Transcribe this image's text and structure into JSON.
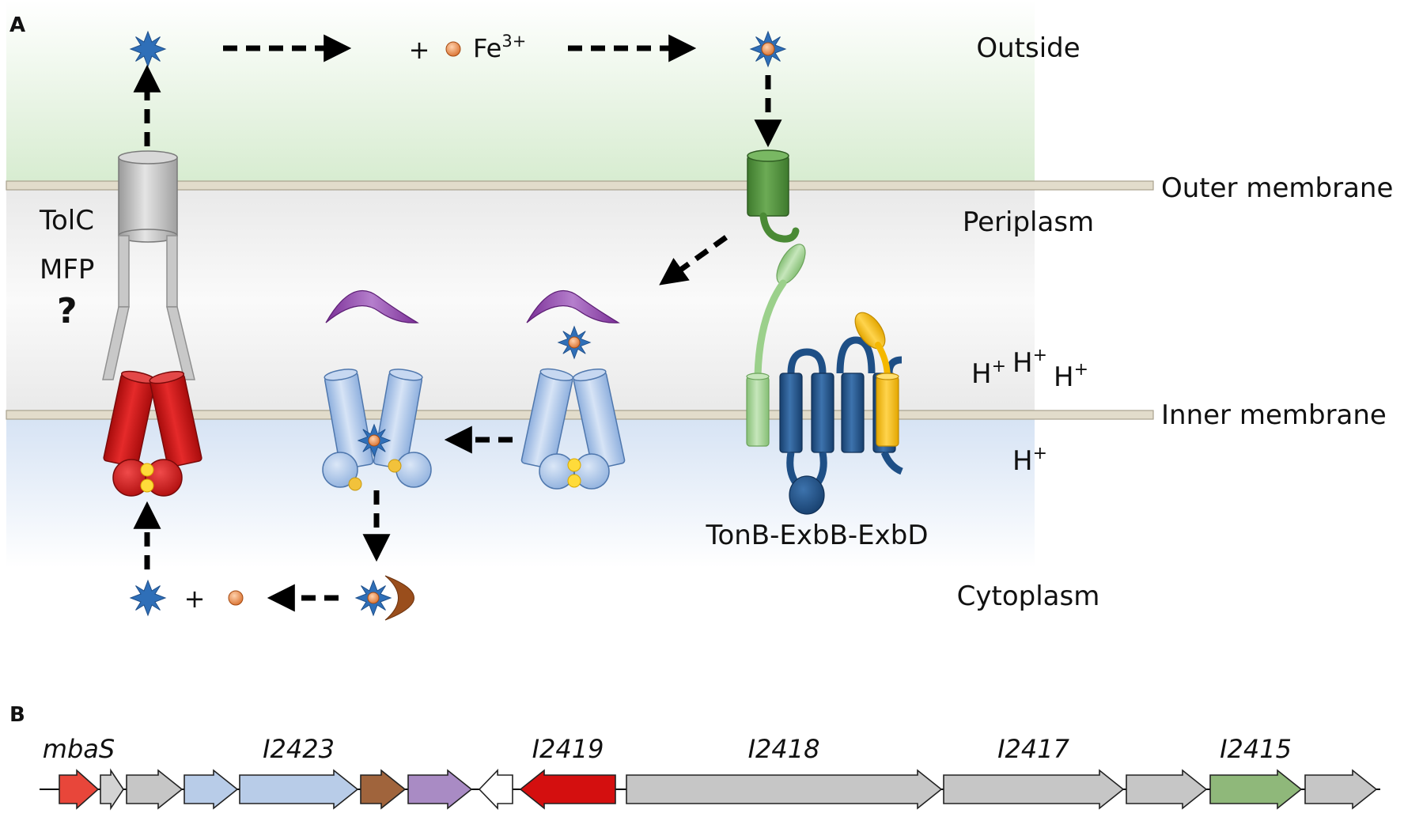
{
  "panel_a": {
    "panel_label": "A",
    "regions": {
      "outside": "Outside",
      "outer_membrane": "Outer membrane",
      "periplasm": "Periplasm",
      "inner_membrane": "Inner membrane",
      "cytoplasm": "Cytoplasm"
    },
    "proteins": {
      "tolc": "TolC",
      "mfp": "MFP",
      "unknown_marker": "?",
      "tonb_complex": "TonB-ExbB-ExbD"
    },
    "iron_plus": "+",
    "iron_symbol": "Fe",
    "iron_charge": "3+",
    "cytoplasm_plus": "+",
    "protons": {
      "symbol": "H",
      "charge": "+"
    }
  },
  "panel_b": {
    "panel_label": "B",
    "genes": [
      {
        "label": "mbaS",
        "color": "#e8463a",
        "direction": "right"
      },
      {
        "label": "",
        "color": "#d3d3d3",
        "direction": "right"
      },
      {
        "label": "",
        "color": "#c6c6c6",
        "direction": "right"
      },
      {
        "label": "",
        "color": "#b8cce8",
        "direction": "right"
      },
      {
        "label": "I2423",
        "color": "#b8cce8",
        "direction": "right"
      },
      {
        "label": "",
        "color": "#a0643c",
        "direction": "right"
      },
      {
        "label": "",
        "color": "#a98bc4",
        "direction": "right"
      },
      {
        "label": "",
        "color": "#ffffff",
        "direction": "left"
      },
      {
        "label": "I2419",
        "color": "#d40f0f",
        "direction": "left"
      },
      {
        "label": "I2418",
        "color": "#c6c6c6",
        "direction": "right"
      },
      {
        "label": "I2417",
        "color": "#c6c6c6",
        "direction": "right"
      },
      {
        "label": "",
        "color": "#c6c6c6",
        "direction": "right"
      },
      {
        "label": "I2415",
        "color": "#8fb87a",
        "direction": "right"
      },
      {
        "label": "",
        "color": "#c6c6c6",
        "direction": "right"
      }
    ]
  },
  "colors": {
    "siderophore": "#2f6fb8",
    "iron": "#e08a4a",
    "outside_bg": "#dff0d8",
    "periplasm_bg": "#eeeeee",
    "cytoplasm_bg": "#dbe6f4",
    "exporter_red": "#d11616",
    "abc_blue": "#a9c4ea",
    "binding_protein_purple": "#8b3fa6",
    "receptor_green": "#4a8a35",
    "tonb_light_green": "#9bd08b",
    "exbb_dark_blue": "#1e4f86",
    "exbd_yellow": "#f5b800",
    "reductase_brown": "#9a4e1c"
  },
  "icons": [
    "siderophore-star-icon",
    "iron-dot-icon",
    "dashed-arrow-icon",
    "barrel-receptor-icon",
    "helix-icon"
  ]
}
